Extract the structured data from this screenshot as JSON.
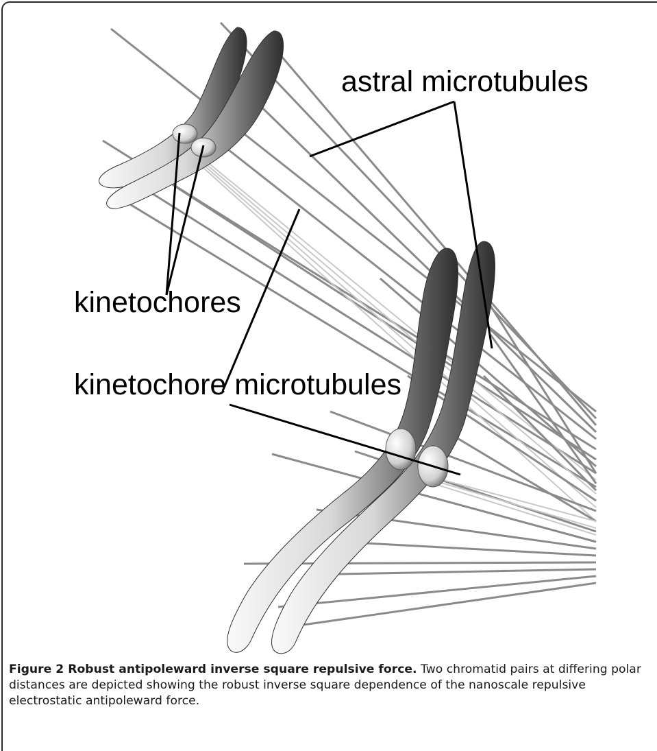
{
  "figure": {
    "labels": {
      "astral": "astral microtubules",
      "kinetochores": "kinetochores",
      "kinetochore_mt": "kinetochore microtubules"
    }
  },
  "caption": {
    "title": "Figure 2 Robust antipoleward inverse square repulsive force.",
    "body": "Two chromatid pairs at differing polar distances are depicted showing the robust inverse square dependence of the nanoscale repulsive electrostatic antipoleward force."
  },
  "colors": {
    "border": "#2a2a2a",
    "chromosome_light": "#f2f2f2",
    "chromosome_dark": "#3a3a3a",
    "microtubule": "#8a8a8a"
  }
}
